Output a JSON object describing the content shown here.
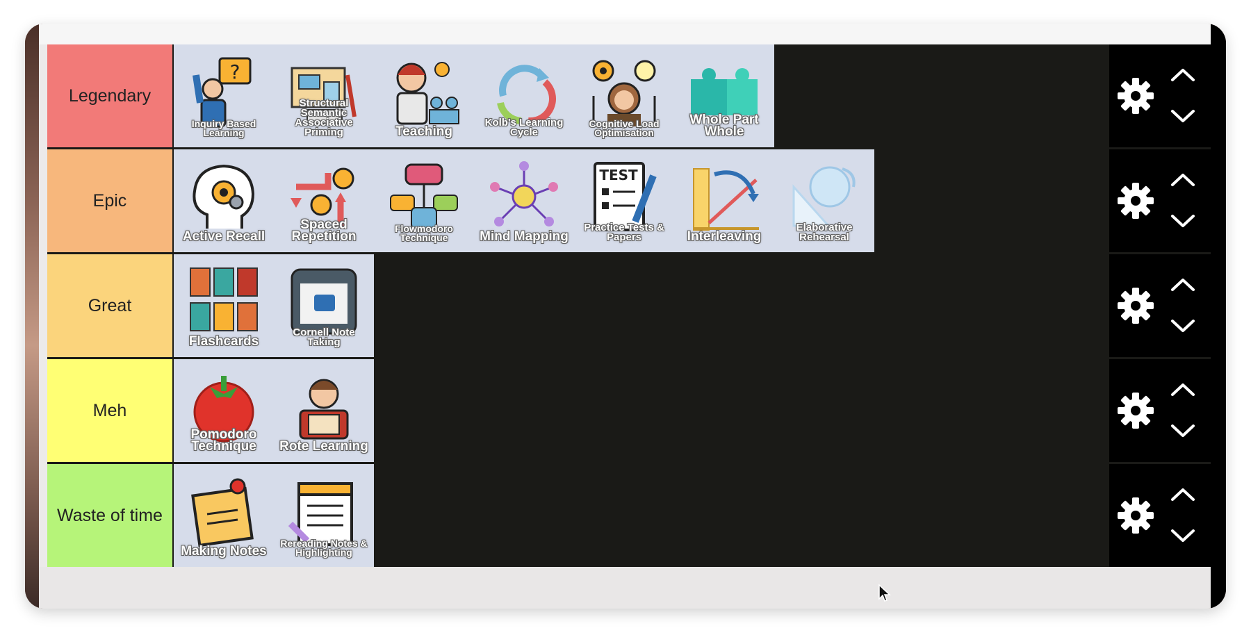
{
  "tiers": [
    {
      "label": "Legendary",
      "color": "#f27a78",
      "items": [
        {
          "caption": "Inquiry Based Learning",
          "icon": "inquiry-icon",
          "size": "tiny"
        },
        {
          "caption": "Structural Semantic Associative Priming",
          "icon": "priming-icon",
          "size": "small"
        },
        {
          "caption": "Teaching",
          "icon": "teaching-icon",
          "size": ""
        },
        {
          "caption": "Kolb's Learning Cycle",
          "icon": "cycle-icon",
          "size": "small"
        },
        {
          "caption": "Cognitive Load Optimisation",
          "icon": "cognitive-load-icon",
          "size": "tiny"
        },
        {
          "caption": "Whole Part Whole",
          "icon": "puzzle-icon",
          "size": ""
        }
      ]
    },
    {
      "label": "Epic",
      "color": "#f7b77c",
      "items": [
        {
          "caption": "Active Recall",
          "icon": "brain-gear-icon",
          "size": ""
        },
        {
          "caption": "Spaced Repetition",
          "icon": "repetition-icon",
          "size": ""
        },
        {
          "caption": "Flowmodoro Technique",
          "icon": "flowchart-icon",
          "size": "tiny"
        },
        {
          "caption": "Mind Mapping",
          "icon": "mind-map-icon",
          "size": ""
        },
        {
          "caption": "Practice Tests & Papers",
          "icon": "test-paper-icon",
          "size": "small"
        },
        {
          "caption": "Interleaving",
          "icon": "interleaving-icon",
          "size": ""
        },
        {
          "caption": "Elaborative Rehearsal",
          "icon": "rehearsal-icon",
          "size": "small"
        }
      ]
    },
    {
      "label": "Great",
      "color": "#fbd47c",
      "items": [
        {
          "caption": "Flashcards",
          "icon": "flashcards-icon",
          "size": ""
        },
        {
          "caption": "Cornell Note Taking",
          "icon": "cornell-icon",
          "size": "small"
        }
      ]
    },
    {
      "label": "Meh",
      "color": "#ffff74",
      "items": [
        {
          "caption": "Pomodoro Technique",
          "icon": "tomato-icon",
          "size": ""
        },
        {
          "caption": "Rote Learning",
          "icon": "rote-icon",
          "size": ""
        }
      ]
    },
    {
      "label": "Waste of time",
      "color": "#b6f479",
      "items": [
        {
          "caption": "Making Notes",
          "icon": "sticky-note-icon",
          "size": ""
        },
        {
          "caption": "Rereading Notes & Highlighting",
          "icon": "notepad-icon",
          "size": "tiny"
        }
      ]
    }
  ],
  "colors": {
    "board_background": "#1a1a17",
    "tile_background": "#d6dcea",
    "controls_background": "#000000"
  }
}
